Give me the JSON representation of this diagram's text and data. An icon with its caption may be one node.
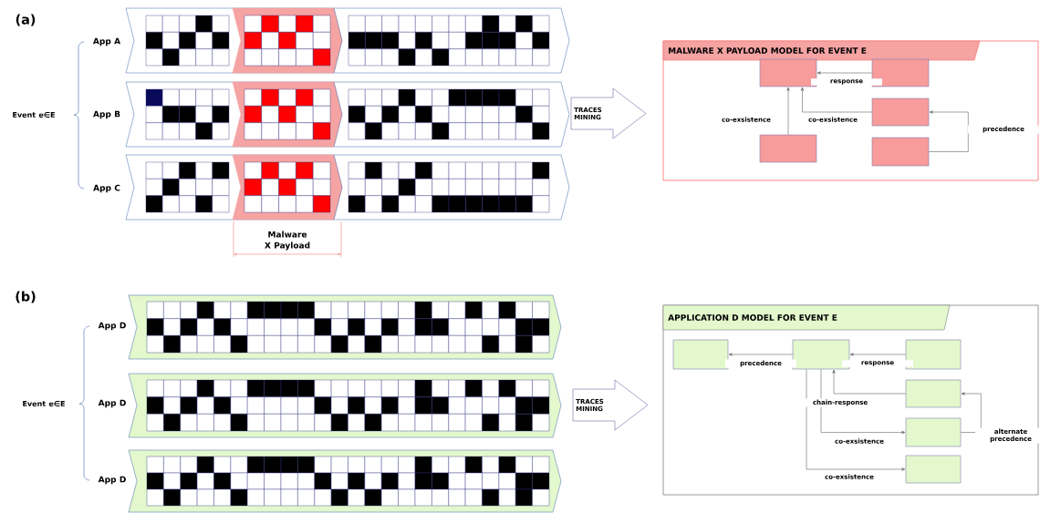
{
  "diagram": {
    "nodes": [
      {
        "text": [
          "TRACES MINING"
        ]
      },
      {
        "text": [
          "MALWARE X PAYLOAD MODEL FOR EVENT E"
        ]
      },
      {
        "text": [],
        "shape": "box",
        "in": 1
      },
      {
        "text": [],
        "shape": "box",
        "in": 1
      },
      {
        "text": [],
        "shape": "box",
        "in": 1
      },
      {
        "text": [],
        "shape": "box",
        "in": 1
      },
      {
        "text": [],
        "shape": "box",
        "in": 1
      },
      {
        "text": [
          "TRACES MINING"
        ]
      },
      {
        "text": [
          "APPLICATION D MODEL FOR EVENT E"
        ]
      },
      {
        "text": [],
        "shape": "box",
        "in": 8
      },
      {
        "text": [],
        "shape": "box",
        "in": 8
      },
      {
        "text": [],
        "shape": "box",
        "in": 8
      },
      {
        "text": [],
        "shape": "box",
        "in": 8
      },
      {
        "text": [],
        "shape": "box",
        "in": 8
      },
      {
        "text": [],
        "shape": "box",
        "in": 8
      }
    ],
    "edges": [
      {
        "from": 3,
        "to": 2,
        "arrow": "to",
        "label": "response"
      },
      {
        "from": 4,
        "to": 2,
        "arrow": "to",
        "label": "co-exsistence"
      },
      {
        "from": 5,
        "to": 2,
        "arrow": "to",
        "label": "co-exsistence"
      },
      {
        "from": 6,
        "to": 4,
        "arrow": "to",
        "label": "precedence"
      },
      {
        "from": 10,
        "to": 9,
        "arrow": "to",
        "label": "precedence"
      },
      {
        "from": 11,
        "to": 10,
        "arrow": "to",
        "label": "response"
      },
      {
        "from": 12,
        "to": 10,
        "arrow": "to",
        "label": "chain-response"
      },
      {
        "from": 10,
        "to": 13,
        "arrow": "to",
        "label": "co-exsistence"
      },
      {
        "from": 10,
        "to": 14,
        "arrow": "to",
        "label": "co-exsistence"
      },
      {
        "from": 13,
        "to": 12,
        "arrow": "to",
        "label": "alternate precedence"
      }
    ],
    "labels": [
      "(a)",
      "Event e∈E",
      "App A",
      "App B",
      "App C",
      "Malware X Payload",
      "(b)",
      "Event e∈E",
      "App D",
      "App D",
      "App D"
    ]
  }
}
